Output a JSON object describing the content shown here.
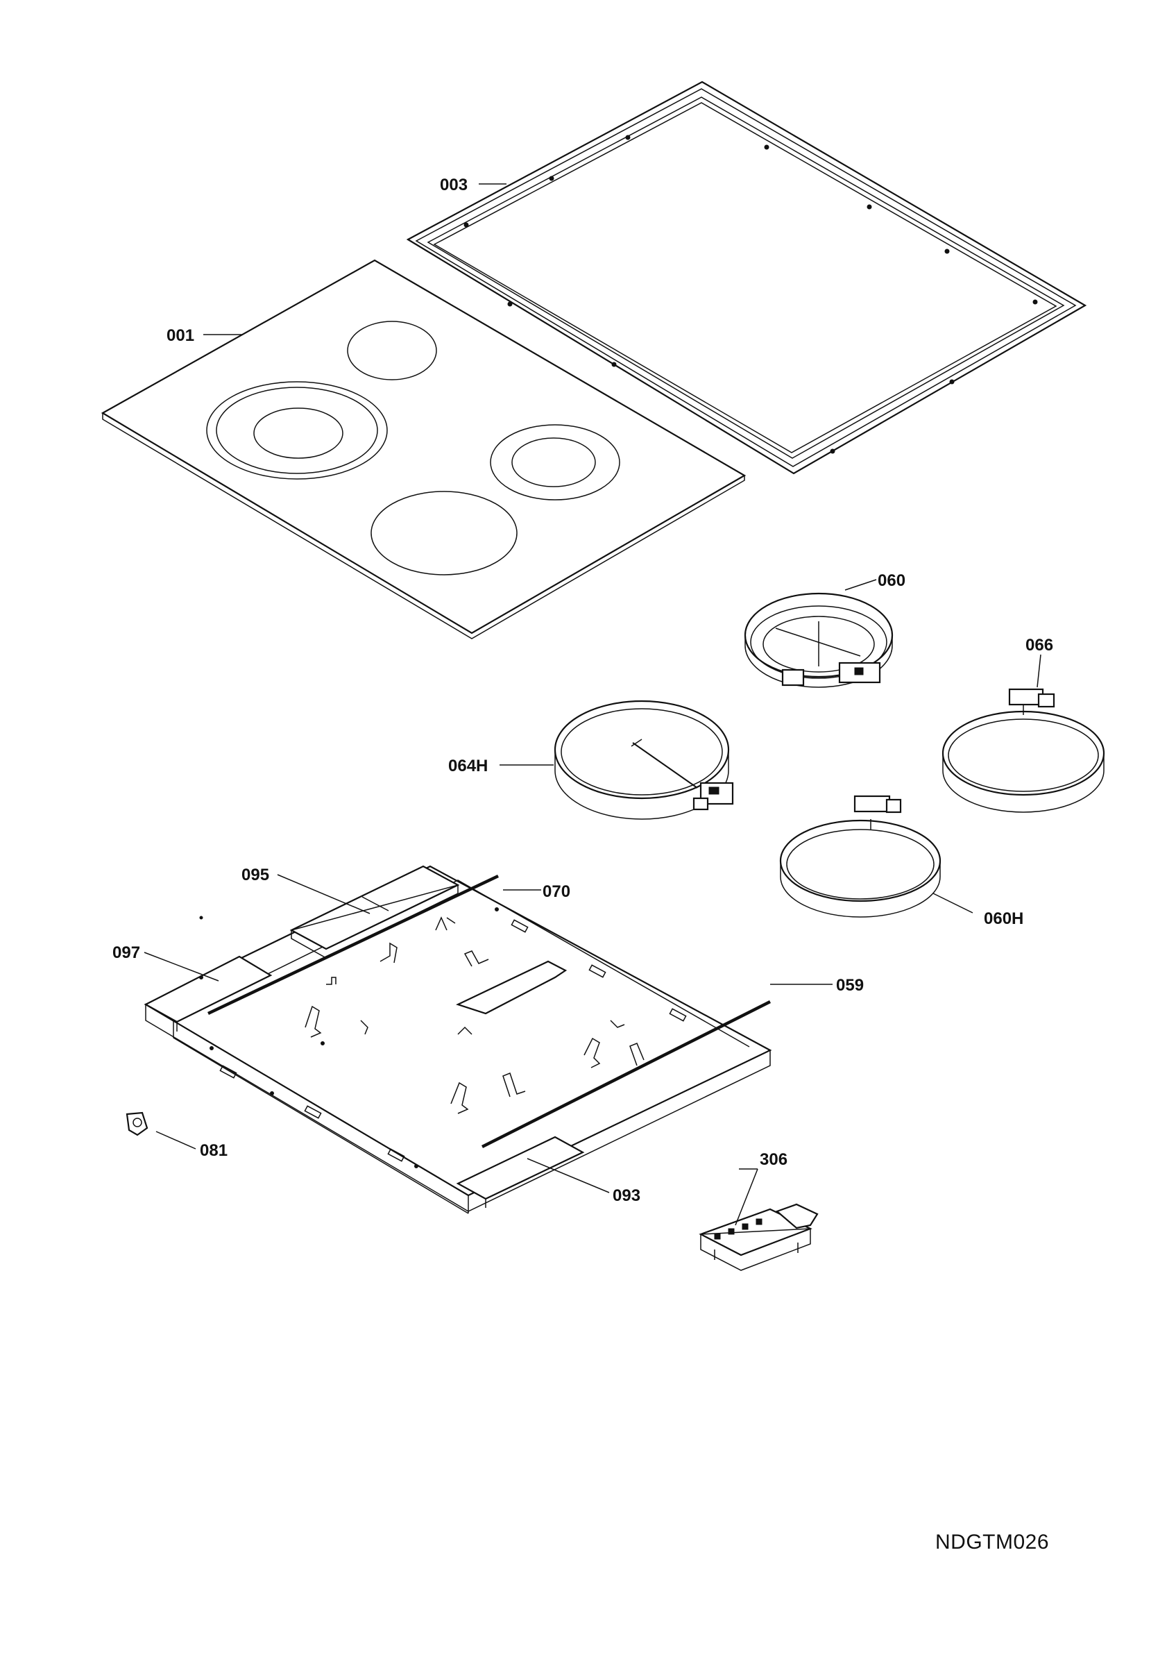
{
  "diagram": {
    "drawing_code": "NDGTM026",
    "parts": [
      {
        "id": "003",
        "label": "003",
        "name": "frame"
      },
      {
        "id": "001",
        "label": "001",
        "name": "glass-cooktop"
      },
      {
        "id": "060",
        "label": "060",
        "name": "small-burner-element"
      },
      {
        "id": "066",
        "label": "066",
        "name": "right-ring-element"
      },
      {
        "id": "064H",
        "label": "064H",
        "name": "large-radiant-element"
      },
      {
        "id": "060H",
        "label": "060H",
        "name": "front-ring-element"
      },
      {
        "id": "095",
        "label": "095",
        "name": "rear-trim-strip"
      },
      {
        "id": "070",
        "label": "070",
        "name": "rear-rod"
      },
      {
        "id": "097",
        "label": "097",
        "name": "left-trim-strip"
      },
      {
        "id": "059",
        "label": "059",
        "name": "front-rod"
      },
      {
        "id": "081",
        "label": "081",
        "name": "grommet"
      },
      {
        "id": "093",
        "label": "093",
        "name": "front-trim-strip"
      },
      {
        "id": "306",
        "label": "306",
        "name": "terminal-block"
      }
    ]
  }
}
